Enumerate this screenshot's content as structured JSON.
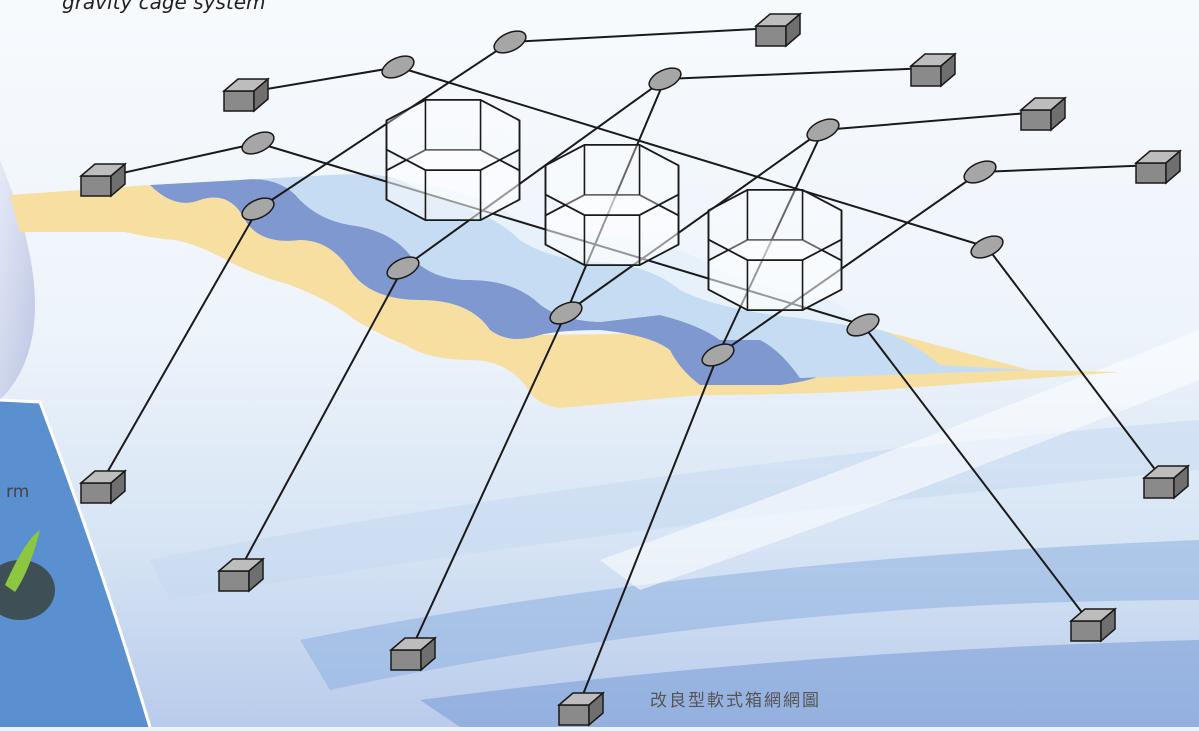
{
  "caption": "改良型軟式箱網網圖",
  "cutoff_top_text": "gravity cage system",
  "cutoff_side_text": "rm",
  "colors": {
    "sand": "#f7dfa2",
    "deep_water": "#7f98cf",
    "light_water": "#c5dcf2",
    "pale_water": "#e6f1fa",
    "float": "#a6a6a6",
    "anchor_top": "#bdbdbd",
    "anchor_side": "#8a8a8a",
    "line": "#1a1a1a"
  },
  "icons": [
    "float-buoy-icon",
    "anchor-block-icon",
    "octagonal-net-cage-icon"
  ]
}
